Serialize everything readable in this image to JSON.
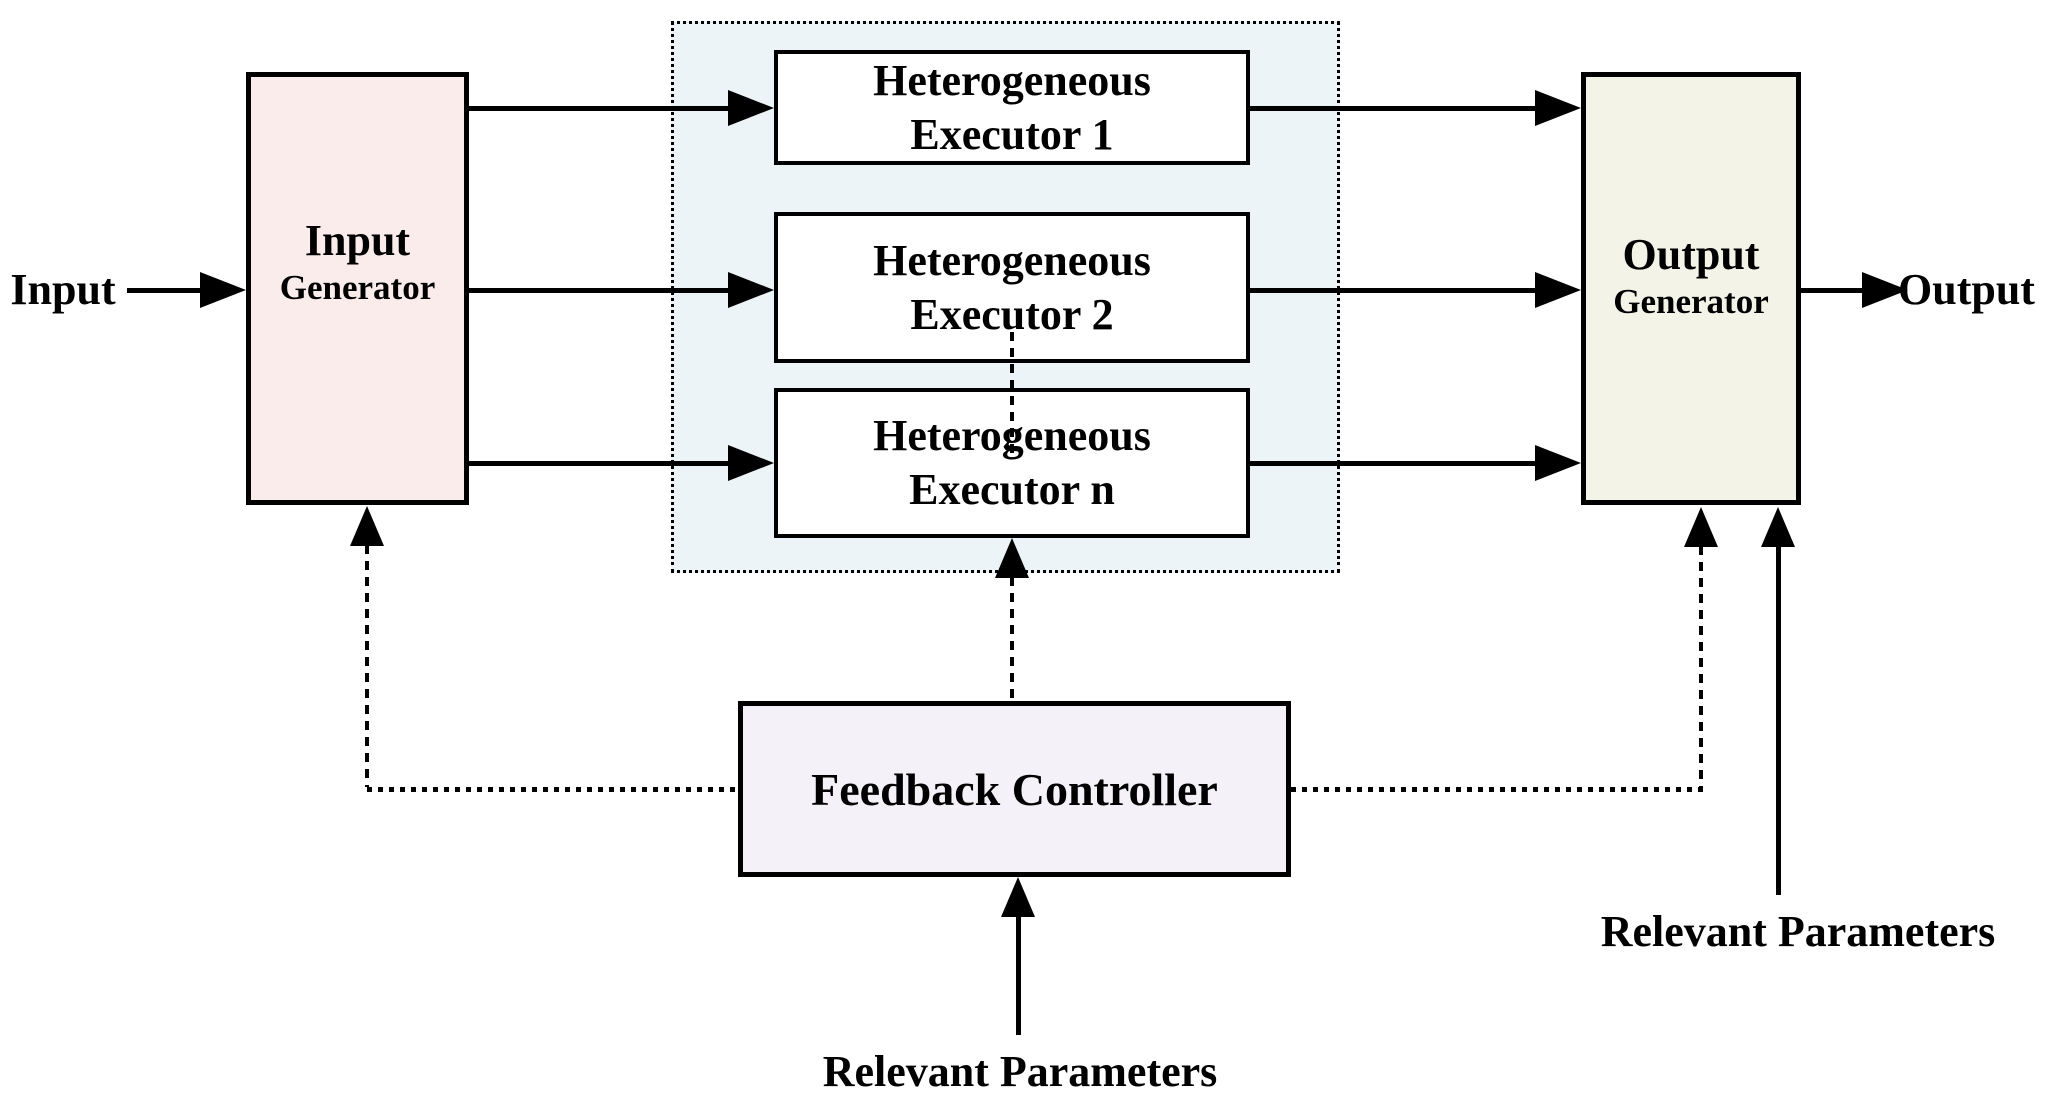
{
  "diagram": {
    "input_label": "Input",
    "output_label": "Output",
    "input_generator": {
      "line1": "Input",
      "line2": "Generator"
    },
    "output_generator": {
      "line1": "Output",
      "line2": "Generator"
    },
    "executors": [
      {
        "line1": "Heterogeneous",
        "line2": "Executor 1"
      },
      {
        "line1": "Heterogeneous",
        "line2": "Executor 2"
      },
      {
        "line1": "Heterogeneous",
        "line2": "Executor n"
      }
    ],
    "feedback_controller_label": "Feedback Controller",
    "relevant_parameters_bottom": "Relevant Parameters",
    "relevant_parameters_right": "Relevant Parameters",
    "colors": {
      "input_generator_fill": "#faeceb",
      "executor_container_fill": "#ecf4f7",
      "executor_fill": "#ffffff",
      "output_generator_fill": "#f3f3e8",
      "feedback_controller_fill": "#f4f2f8",
      "line_color": "#000000"
    }
  }
}
